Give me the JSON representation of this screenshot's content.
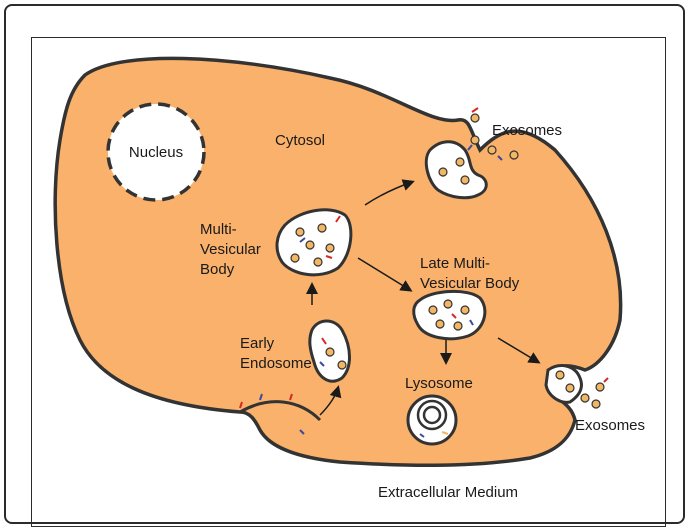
{
  "labels": {
    "nucleus": "Nucleus",
    "cytosol": "Cytosol",
    "mvb": [
      "Multi-",
      "Vesicular",
      "Body"
    ],
    "late_mvb": [
      "Late Multi-",
      "Vesicular Body"
    ],
    "early_endosome": [
      "Early",
      "Endosome"
    ],
    "lysosome": "Lysosome",
    "exosomes_top": "Exosomes",
    "exosomes_right": "Exosomes",
    "extracellular": "Extracellular Medium"
  },
  "colors": {
    "cell_fill": "#f9b16b",
    "outline": "#333333",
    "vesicle": "#f3b664",
    "receptor_red": "#d62828",
    "receptor_blue": "#3a4aa0"
  }
}
